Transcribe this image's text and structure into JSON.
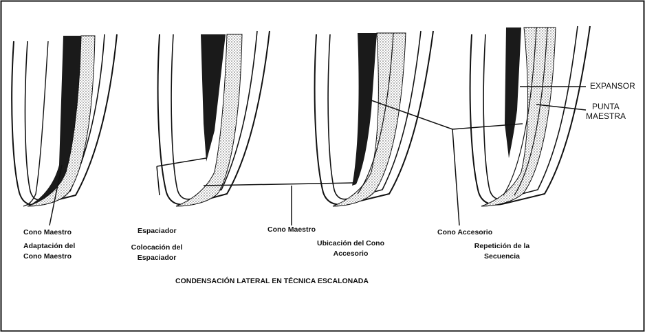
{
  "labels": {
    "cono_maestro_1": "Cono Maestro",
    "adaptacion_line1": "Adaptación del",
    "adaptacion_line2": "Cono Maestro",
    "espaciador": "Espaciador",
    "colocacion_line1": "Colocación del",
    "colocacion_line2": "Espaciador",
    "cono_maestro_2": "Cono Maestro",
    "ubicacion_line1": "Ubicación del Cono",
    "ubicacion_line2": "Accesorio",
    "cono_accesorio": "Cono Accesorio",
    "repeticion_line1": "Repetición de la",
    "repeticion_line2": "Secuencia",
    "expansor": "EXPANSOR",
    "punta_line1": "PUNTA",
    "punta_line2": "MAESTRA"
  },
  "caption": "CONDENSACIÓN LATERAL EN TÉCNICA ESCALONADA",
  "colors": {
    "background": "#ffffff",
    "ink": "#111111",
    "canal_fill": "#e8e8e8",
    "cone_fill": "#1a1a1a"
  }
}
